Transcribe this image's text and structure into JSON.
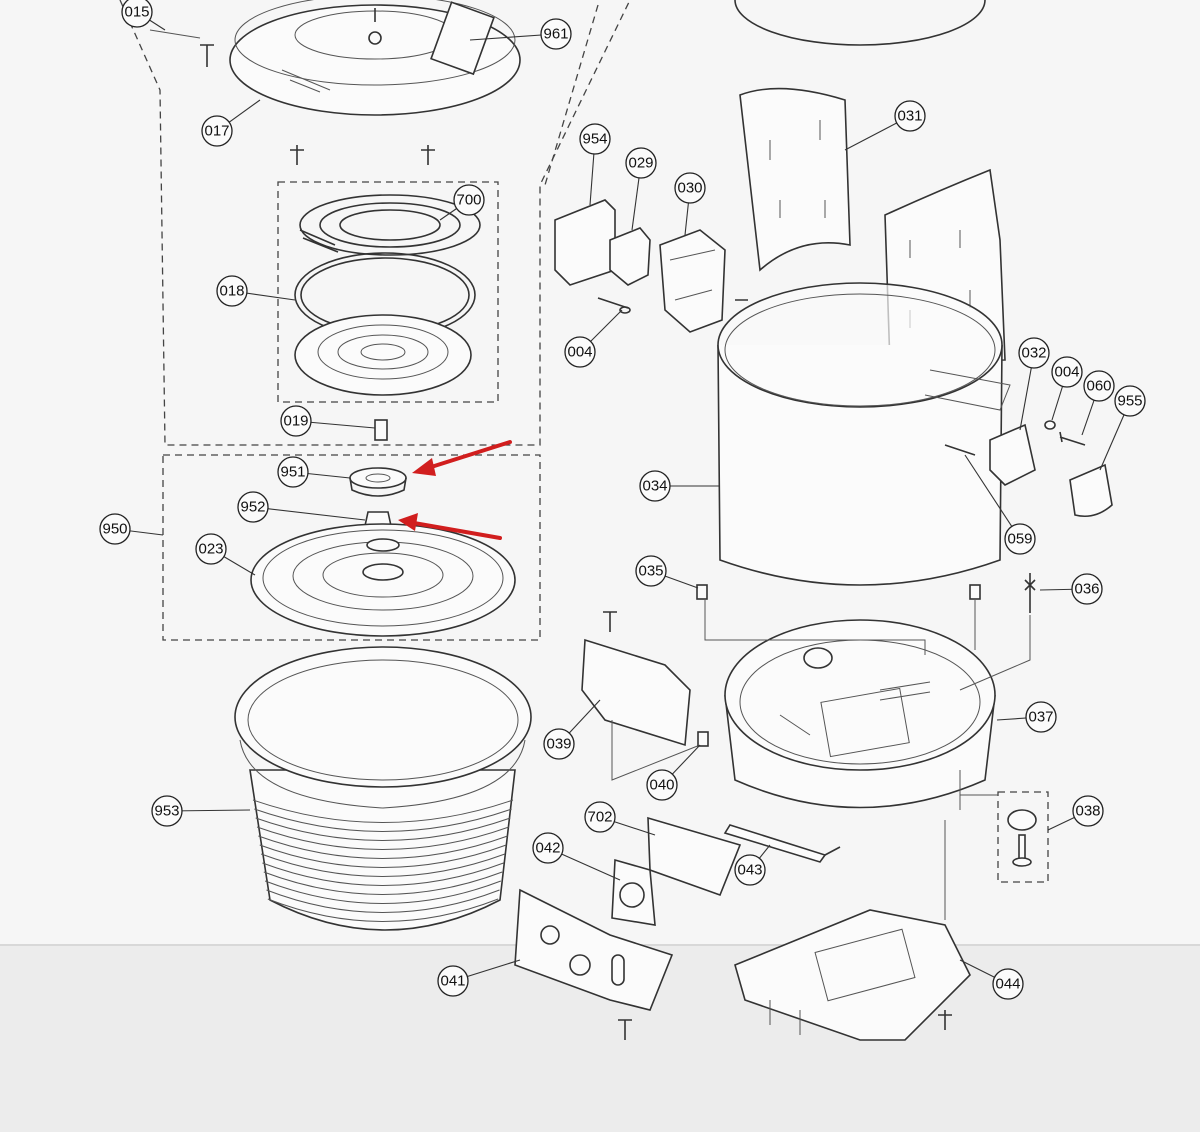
{
  "diagram": {
    "type": "exploded-parts-diagram",
    "part_labels": [
      "015",
      "961",
      "017",
      "700",
      "018",
      "019",
      "951",
      "952",
      "950",
      "023",
      "953",
      "954",
      "029",
      "030",
      "031",
      "004",
      "032",
      "004",
      "060",
      "955",
      "034",
      "059",
      "035",
      "036",
      "037",
      "039",
      "040",
      "038",
      "702",
      "042",
      "043",
      "041",
      "044"
    ],
    "highlighted_parts": [
      "951",
      "952"
    ],
    "colors": {
      "arrow": "#d11e1e",
      "line": "#333333",
      "paper": "#f4f4f4"
    }
  }
}
